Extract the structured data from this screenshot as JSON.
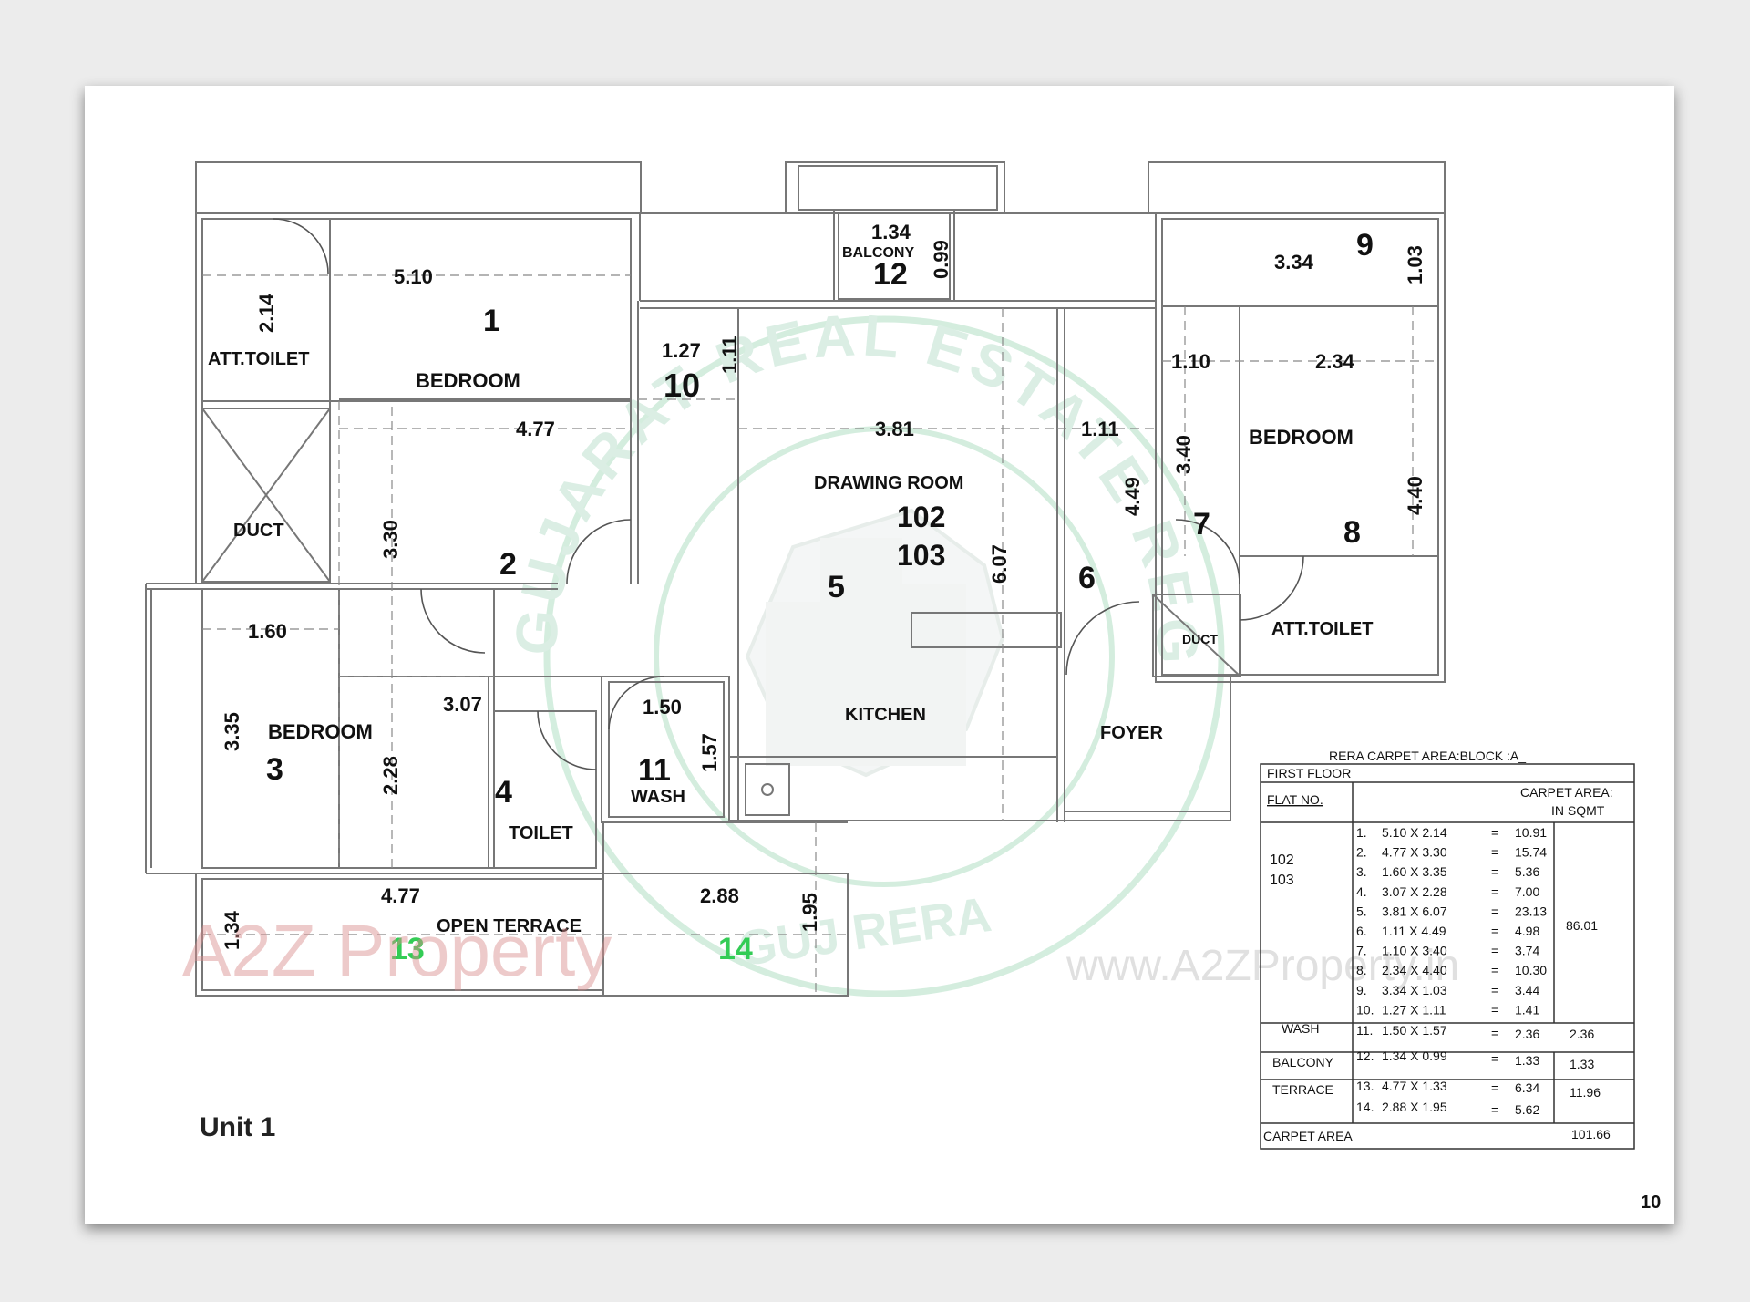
{
  "stamp": {
    "top_text": "GUJARAT REAL ESTATE REGULATORY AUTHORITY",
    "bottom_text": "GUJ RERA",
    "color": "#bfe3cf"
  },
  "watermark": {
    "brand": "A2Z Property",
    "url": "www.A2ZProperty.in"
  },
  "rooms": {
    "r1": {
      "name": "BEDROOM",
      "num": "1"
    },
    "r2": {
      "num": "2"
    },
    "r3": {
      "name": "BEDROOM",
      "num": "3"
    },
    "r4": {
      "name": "TOILET",
      "num": "4"
    },
    "r5": {
      "num": "5"
    },
    "r6": {
      "num": "6"
    },
    "r7": {
      "num": "7"
    },
    "r8": {
      "name": "BEDROOM",
      "num": "8"
    },
    "r9": {
      "num": "9"
    },
    "r10": {
      "num": "10"
    },
    "r11": {
      "name": "WASH",
      "num": "11"
    },
    "r12": {
      "name": "BALCONY",
      "num": "12"
    },
    "r13": {
      "num": "13"
    },
    "r14": {
      "num": "14"
    },
    "att_toilet_left": "ATT.TOILET",
    "att_toilet_right": "ATT.TOILET",
    "duct_left": "DUCT",
    "duct_right": "DUCT",
    "drawing_room": "DRAWING ROOM",
    "flat_a": "102",
    "flat_b": "103",
    "kitchen": "KITCHEN",
    "foyer": "FOYER",
    "open_terrace": "OPEN TERRACE"
  },
  "dims": {
    "d510": "5.10",
    "d214": "2.14",
    "d477a": "4.77",
    "d330": "3.30",
    "d127": "1.27",
    "d111a": "1.11",
    "d134a": "1.34",
    "d099": "0.99",
    "d381": "3.81",
    "d111b": "1.11",
    "d449": "4.49",
    "d607": "6.07",
    "d334": "3.34",
    "d103": "1.03",
    "d110": "1.10",
    "d234": "2.34",
    "d340": "3.40",
    "d440": "4.40",
    "d160": "1.60",
    "d335": "3.35",
    "d307": "3.07",
    "d228": "2.28",
    "d150": "1.50",
    "d157": "1.57",
    "d477b": "4.77",
    "d134b": "1.34",
    "d288": "2.88",
    "d195": "1.95"
  },
  "table": {
    "title": "RERA CARPET AREA:BLOCK :A_",
    "floor": "FIRST FLOOR",
    "col_flat": "FLAT NO.",
    "col_area_1": "CARPET AREA:",
    "col_area_2": "IN SQMT",
    "flat_1": "102",
    "flat_2": "103",
    "rows": [
      {
        "n": "1.",
        "dim": "5.10 X 2.14",
        "eq": "=",
        "val": "10.91"
      },
      {
        "n": "2.",
        "dim": "4.77 X 3.30",
        "eq": "=",
        "val": "15.74"
      },
      {
        "n": "3.",
        "dim": "1.60 X 3.35",
        "eq": "=",
        "val": "5.36"
      },
      {
        "n": "4.",
        "dim": "3.07 X 2.28",
        "eq": "=",
        "val": "7.00"
      },
      {
        "n": "5.",
        "dim": "3.81 X 6.07",
        "eq": "=",
        "val": "23.13"
      },
      {
        "n": "6.",
        "dim": "1.11 X 4.49",
        "eq": "=",
        "val": "4.98"
      },
      {
        "n": "7.",
        "dim": "1.10 X 3.40",
        "eq": "=",
        "val": "3.74"
      },
      {
        "n": "8.",
        "dim": "2.34 X 4.40",
        "eq": "=",
        "val": "10.30"
      },
      {
        "n": "9.",
        "dim": "3.34 X 1.03",
        "eq": "=",
        "val": "3.44"
      },
      {
        "n": "10.",
        "dim": "1.27 X 1.11",
        "eq": "=",
        "val": "1.41"
      }
    ],
    "main_total": "86.01",
    "wash_label": "WASH",
    "wash_row": {
      "n": "11.",
      "dim": "1.50 X 1.57",
      "eq": "=",
      "val": "2.36"
    },
    "wash_total": "2.36",
    "balcony_label": "BALCONY",
    "balcony_row": {
      "n": "12.",
      "dim": "1.34 X 0.99",
      "eq": "=",
      "val": "1.33"
    },
    "balcony_total": "1.33",
    "terrace_label": "TERRACE",
    "terrace_rows": [
      {
        "n": "13.",
        "dim": "4.77 X 1.33",
        "eq": "=",
        "val": "6.34"
      },
      {
        "n": "14.",
        "dim": "2.88 X 1.95",
        "eq": "=",
        "val": "5.62"
      }
    ],
    "terrace_total": "11.96",
    "carpet_label": "CARPET AREA",
    "carpet_total": "101.66"
  },
  "unit_label": "Unit 1",
  "page_number": "10"
}
